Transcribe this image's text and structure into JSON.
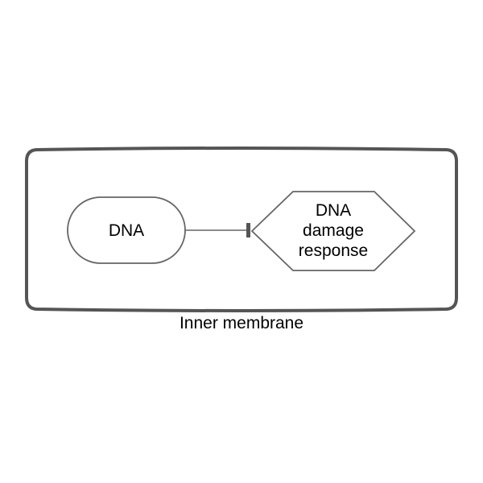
{
  "diagram": {
    "compartment": {
      "label": "Inner membrane",
      "stroke_color": "#555555"
    },
    "nodes": {
      "dna": {
        "label": "DNA",
        "shape": "stadium"
      },
      "dna_damage_response": {
        "label_lines": [
          "DNA",
          "damage",
          "response"
        ],
        "shape": "hexagon"
      }
    },
    "edge": {
      "from": "DNA",
      "to": "DNA damage response",
      "type": "inhibition"
    },
    "colors": {
      "stroke": "#666666",
      "fill": "#ffffff",
      "text": "#000000"
    }
  }
}
